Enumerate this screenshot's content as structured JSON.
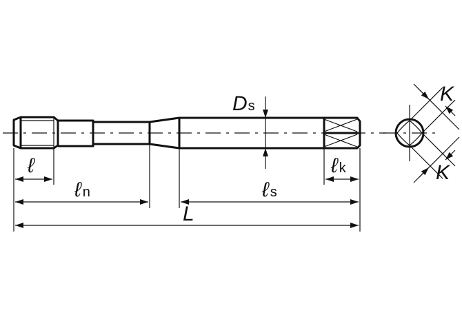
{
  "labels": {
    "l": "ℓ",
    "ln_main": "ℓ",
    "ln_sub": "n",
    "ls_main": "ℓ",
    "ls_sub": "s",
    "lk_main": "ℓ",
    "lk_sub": "k",
    "L": "L",
    "Ds_main": "D",
    "Ds_sub": "s",
    "K_top": "K",
    "K_bottom": "K"
  },
  "colors": {
    "line": "#111111",
    "background": "#ffffff"
  }
}
